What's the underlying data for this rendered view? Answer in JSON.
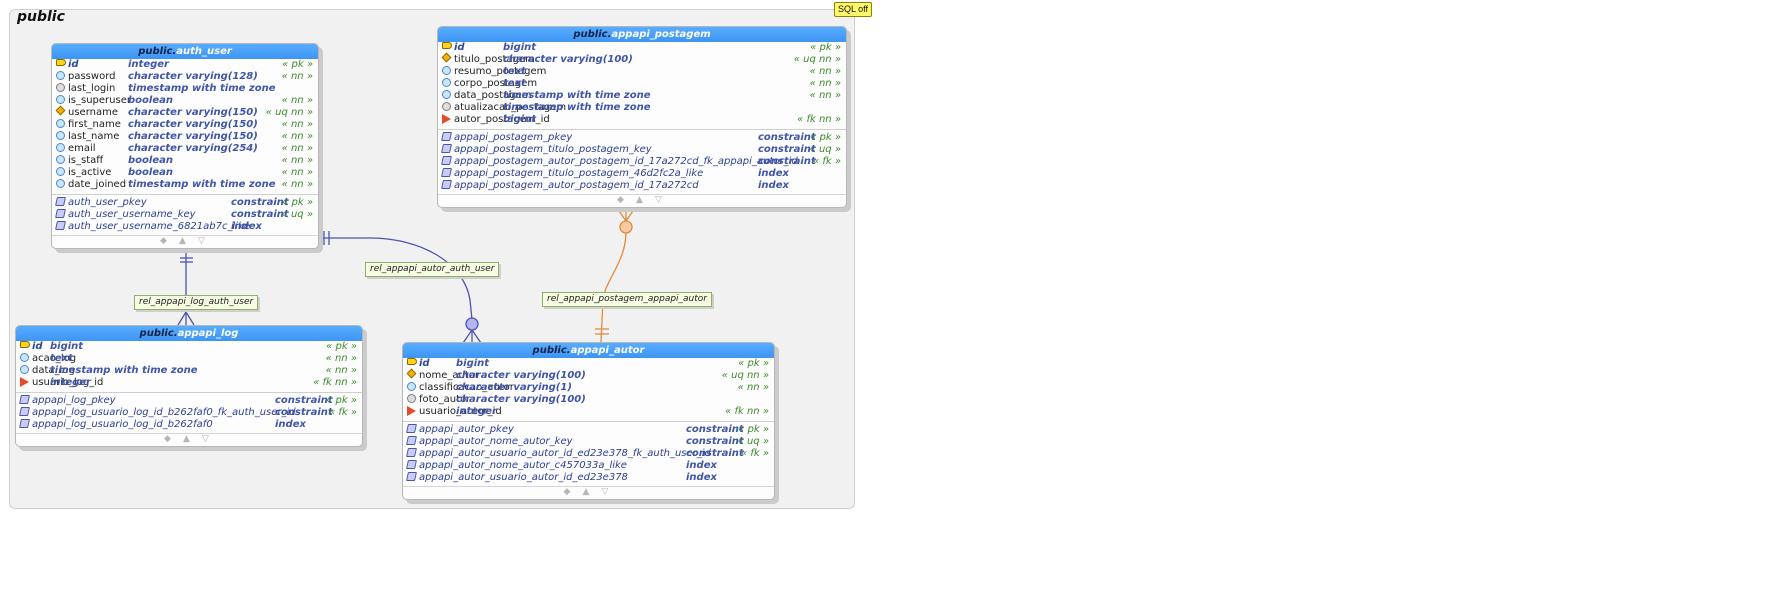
{
  "schema": {
    "title": "public",
    "sql_badge": "SQL off"
  },
  "foot_icons": [
    "◆",
    "▲",
    "▽"
  ],
  "tables": {
    "auth_user": {
      "schema": "public.",
      "name": "auth_user",
      "columns": [
        {
          "icon": "key",
          "name": "id",
          "type": "integer",
          "flags": "« pk »"
        },
        {
          "icon": "col",
          "name": "password",
          "type": "character varying(128)",
          "flags": "« nn »"
        },
        {
          "icon": "colgray",
          "name": "last_login",
          "type": "timestamp with time zone",
          "flags": ""
        },
        {
          "icon": "col",
          "name": "is_superuser",
          "type": "boolean",
          "flags": "« nn »"
        },
        {
          "icon": "uq",
          "name": "username",
          "type": "character varying(150)",
          "flags": "« uq nn »"
        },
        {
          "icon": "col",
          "name": "first_name",
          "type": "character varying(150)",
          "flags": "« nn »"
        },
        {
          "icon": "col",
          "name": "last_name",
          "type": "character varying(150)",
          "flags": "« nn »"
        },
        {
          "icon": "col",
          "name": "email",
          "type": "character varying(254)",
          "flags": "« nn »"
        },
        {
          "icon": "col",
          "name": "is_staff",
          "type": "boolean",
          "flags": "« nn »"
        },
        {
          "icon": "col",
          "name": "is_active",
          "type": "boolean",
          "flags": "« nn »"
        },
        {
          "icon": "col",
          "name": "date_joined",
          "type": "timestamp with time zone",
          "flags": "« nn »"
        }
      ],
      "indexes": [
        {
          "name": "auth_user_pkey",
          "kind": "constraint",
          "flags": "« pk »"
        },
        {
          "name": "auth_user_username_key",
          "kind": "constraint",
          "flags": "« uq »"
        },
        {
          "name": "auth_user_username_6821ab7c_like",
          "kind": "index",
          "flags": ""
        }
      ]
    },
    "appapi_postagem": {
      "schema": "public.",
      "name": "appapi_postagem",
      "columns": [
        {
          "icon": "key",
          "name": "id",
          "type": "bigint",
          "flags": "« pk »"
        },
        {
          "icon": "uq",
          "name": "titulo_postagem",
          "type": "character varying(100)",
          "flags": "« uq nn »"
        },
        {
          "icon": "col",
          "name": "resumo_postagem",
          "type": "text",
          "flags": "« nn »"
        },
        {
          "icon": "col",
          "name": "corpo_postagem",
          "type": "text",
          "flags": "« nn »"
        },
        {
          "icon": "col",
          "name": "data_postagem",
          "type": "timestamp with time zone",
          "flags": "« nn »"
        },
        {
          "icon": "colgray",
          "name": "atualizacao_postagem",
          "type": "timestamp with time zone",
          "flags": ""
        },
        {
          "icon": "fk",
          "name": "autor_postagem_id",
          "type": "bigint",
          "flags": "« fk nn »"
        }
      ],
      "indexes": [
        {
          "name": "appapi_postagem_pkey",
          "kind": "constraint",
          "flags": "« pk »"
        },
        {
          "name": "appapi_postagem_titulo_postagem_key",
          "kind": "constraint",
          "flags": "« uq »"
        },
        {
          "name": "appapi_postagem_autor_postagem_id_17a272cd_fk_appapi_autor_id",
          "kind": "constraint",
          "flags": "« fk »"
        },
        {
          "name": "appapi_postagem_titulo_postagem_46d2fc2a_like",
          "kind": "index",
          "flags": ""
        },
        {
          "name": "appapi_postagem_autor_postagem_id_17a272cd",
          "kind": "index",
          "flags": ""
        }
      ]
    },
    "appapi_log": {
      "schema": "public.",
      "name": "appapi_log",
      "columns": [
        {
          "icon": "key",
          "name": "id",
          "type": "bigint",
          "flags": "« pk »"
        },
        {
          "icon": "col",
          "name": "acao_log",
          "type": "text",
          "flags": "« nn »"
        },
        {
          "icon": "col",
          "name": "data_log",
          "type": "timestamp with time zone",
          "flags": "« nn »"
        },
        {
          "icon": "fk",
          "name": "usuario_log_id",
          "type": "integer",
          "flags": "« fk nn »"
        }
      ],
      "indexes": [
        {
          "name": "appapi_log_pkey",
          "kind": "constraint",
          "flags": "« pk »"
        },
        {
          "name": "appapi_log_usuario_log_id_b262faf0_fk_auth_user_id",
          "kind": "constraint",
          "flags": "« fk »"
        },
        {
          "name": "appapi_log_usuario_log_id_b262faf0",
          "kind": "index",
          "flags": ""
        }
      ]
    },
    "appapi_autor": {
      "schema": "public.",
      "name": "appapi_autor",
      "columns": [
        {
          "icon": "key",
          "name": "id",
          "type": "bigint",
          "flags": "« pk »"
        },
        {
          "icon": "uq",
          "name": "nome_autor",
          "type": "character varying(100)",
          "flags": "« uq nn »"
        },
        {
          "icon": "col",
          "name": "classificacao_autor",
          "type": "character varying(1)",
          "flags": "« nn »"
        },
        {
          "icon": "colgray",
          "name": "foto_autor",
          "type": "character varying(100)",
          "flags": ""
        },
        {
          "icon": "fk",
          "name": "usuario_autor_id",
          "type": "integer",
          "flags": "« fk nn »"
        }
      ],
      "indexes": [
        {
          "name": "appapi_autor_pkey",
          "kind": "constraint",
          "flags": "« pk »"
        },
        {
          "name": "appapi_autor_nome_autor_key",
          "kind": "constraint",
          "flags": "« uq »"
        },
        {
          "name": "appapi_autor_usuario_autor_id_ed23e378_fk_auth_user_id",
          "kind": "constraint",
          "flags": "« fk »"
        },
        {
          "name": "appapi_autor_nome_autor_c457033a_like",
          "kind": "index",
          "flags": ""
        },
        {
          "name": "appapi_autor_usuario_autor_id_ed23e378",
          "kind": "index",
          "flags": ""
        }
      ]
    }
  },
  "relationships": {
    "log_auth_user": "rel_appapi_log_auth_user",
    "autor_auth_user": "rel_appapi_autor_auth_user",
    "postagem_autor": "rel_appapi_postagem_appapi_autor"
  }
}
